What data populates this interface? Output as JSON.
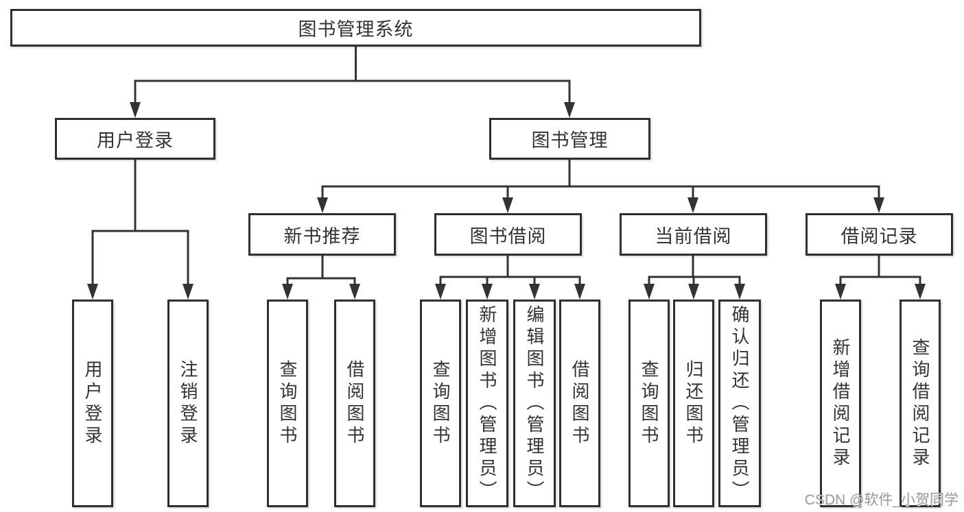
{
  "colors": {
    "line": "#333333",
    "box_border": "#2e2e2e",
    "box_fill": "#ffffff",
    "label_text": "#333333",
    "watermark_text": "#9c9c9c",
    "background": "#ffffff"
  },
  "diagram": {
    "root": {
      "label": "图书管理系统"
    },
    "level2": [
      {
        "label": "用户登录",
        "children": [
          {
            "label": "用户登录"
          },
          {
            "label": "注销登录"
          }
        ]
      },
      {
        "label": "图书管理",
        "children": [
          {
            "label": "新书推荐",
            "children": [
              {
                "label": "查询图书"
              },
              {
                "label": "借阅图书"
              }
            ]
          },
          {
            "label": "图书借阅",
            "children": [
              {
                "label": "查询图书"
              },
              {
                "label": "新增图书（管理员）"
              },
              {
                "label": "编辑图书（管理员）"
              },
              {
                "label": "借阅图书"
              }
            ]
          },
          {
            "label": "当前借阅",
            "children": [
              {
                "label": "查询图书"
              },
              {
                "label": "归还图书"
              },
              {
                "label": "确认归还（管理员）"
              }
            ]
          },
          {
            "label": "借阅记录",
            "children": [
              {
                "label": "新增借阅记录"
              },
              {
                "label": "查询借阅记录"
              }
            ]
          }
        ]
      }
    ]
  },
  "watermark": {
    "text": "CSDN @软件_小贺同学"
  }
}
